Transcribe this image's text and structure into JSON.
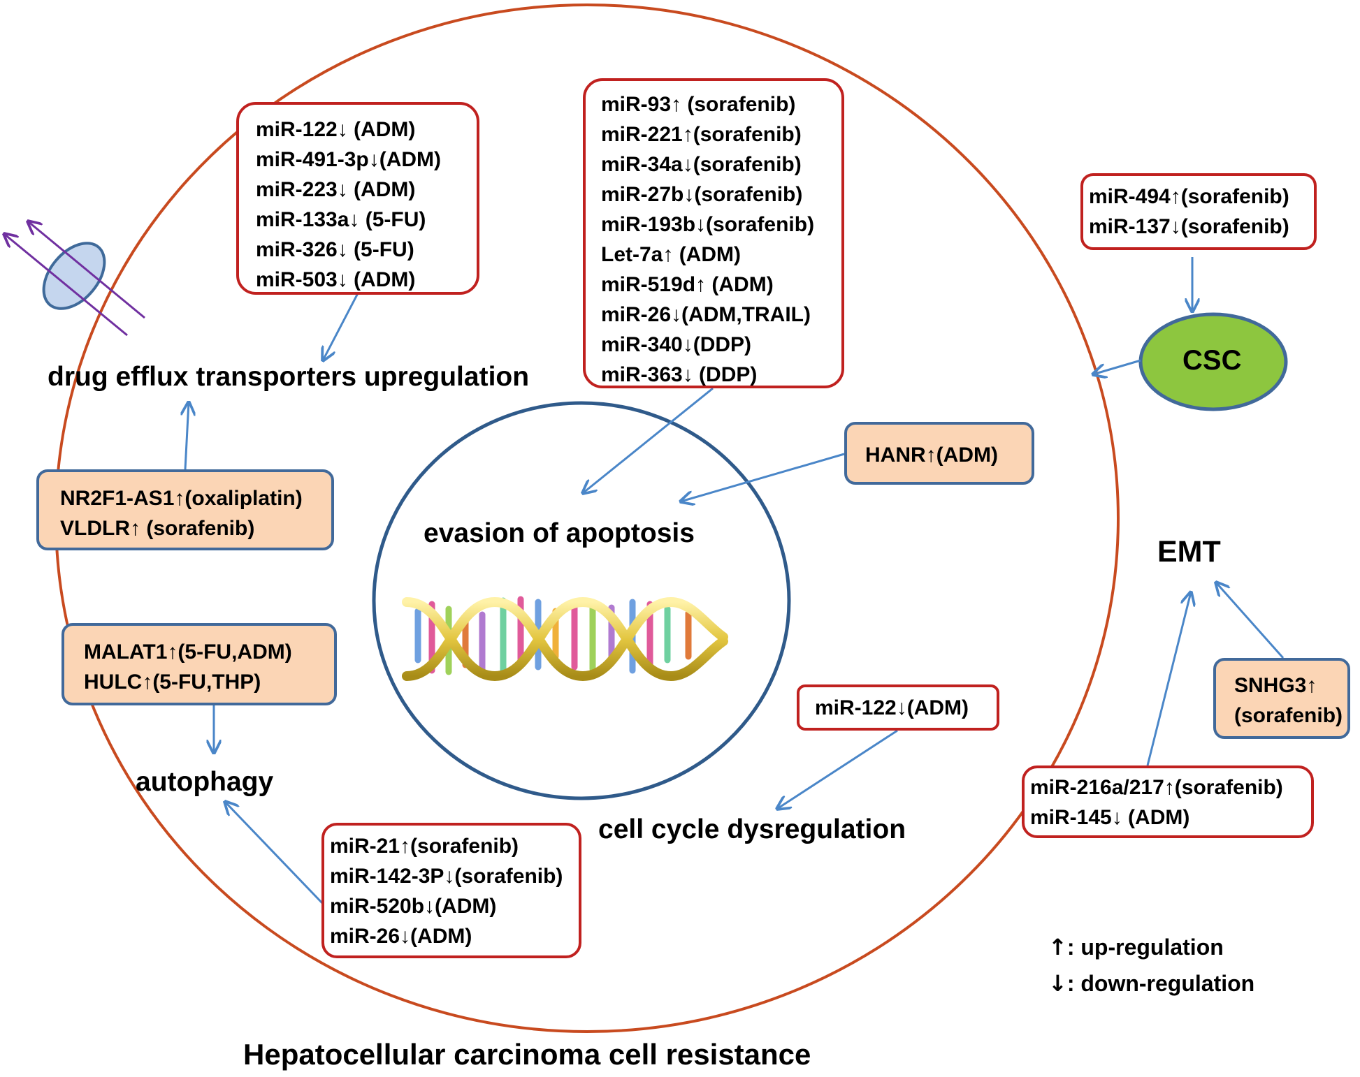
{
  "title": "Hepatocellular carcinoma cell resistance",
  "colors": {
    "cell_border": "#c84a1f",
    "mirna_box_border": "#c0211f",
    "lncrna_box_border": "#41699a",
    "lncrna_box_fill": "#fbd5b5",
    "arrow": "#4a86c8",
    "nucleus_border": "#2f5a8a",
    "csc_fill": "#8dc63f",
    "transporter_fill": "#c5d6ee",
    "transporter_arrows": "#7030a0"
  },
  "icons": [
    "membrane-transporter-icon",
    "dna-helix-icon"
  ],
  "processes": {
    "drug_efflux": "drug efflux transporters upregulation",
    "apoptosis": "evasion of apoptosis",
    "autophagy": "autophagy",
    "cell_cycle": "cell cycle dysregulation",
    "emt": "EMT",
    "csc": "CSC"
  },
  "boxes": {
    "efflux_mirna": [
      "miR-122↓ (ADM)",
      "miR-491-3p↓(ADM)",
      "miR-223↓ (ADM)",
      "miR-133a↓ (5-FU)",
      "miR-326↓ (5-FU)",
      "miR-503↓ (ADM)"
    ],
    "apoptosis_mirna": [
      "miR-93↑ (sorafenib)",
      "miR-221↑(sorafenib)",
      "miR-34a↓(sorafenib)",
      "miR-27b↓(sorafenib)",
      "miR-193b↓(sorafenib)",
      "Let-7a↑ (ADM)",
      "miR-519d↑ (ADM)",
      "miR-26↓(ADM,TRAIL)",
      "miR-340↓(DDP)",
      "miR-363↓ (DDP)"
    ],
    "csc_mirna": [
      "miR-494↑(sorafenib)",
      "miR-137↓(sorafenib)"
    ],
    "efflux_lncrna": [
      "NR2F1-AS1↑(oxaliplatin)",
      "VLDLR↑ (sorafenib)"
    ],
    "hanr": [
      "HANR↑(ADM)"
    ],
    "autophagy_lncrna": [
      "MALAT1↑(5-FU,ADM)",
      "HULC↑(5-FU,THP)"
    ],
    "cellcycle_mirna": [
      "miR-122↓(ADM)"
    ],
    "snhg3": [
      "SNHG3↑",
      "(sorafenib)"
    ],
    "emt_mirna": [
      "miR-216a/217↑(sorafenib)",
      "miR-145↓ (ADM)"
    ],
    "autophagy_mirna": [
      "miR-21↑(sorafenib)",
      "miR-142-3P↓(sorafenib)",
      "miR-520b↓(ADM)",
      "miR-26↓(ADM)"
    ]
  },
  "legend": {
    "up_symbol": "↑",
    "up_text": ": up-regulation",
    "down_symbol": "↓",
    "down_text": ": down-regulation"
  }
}
